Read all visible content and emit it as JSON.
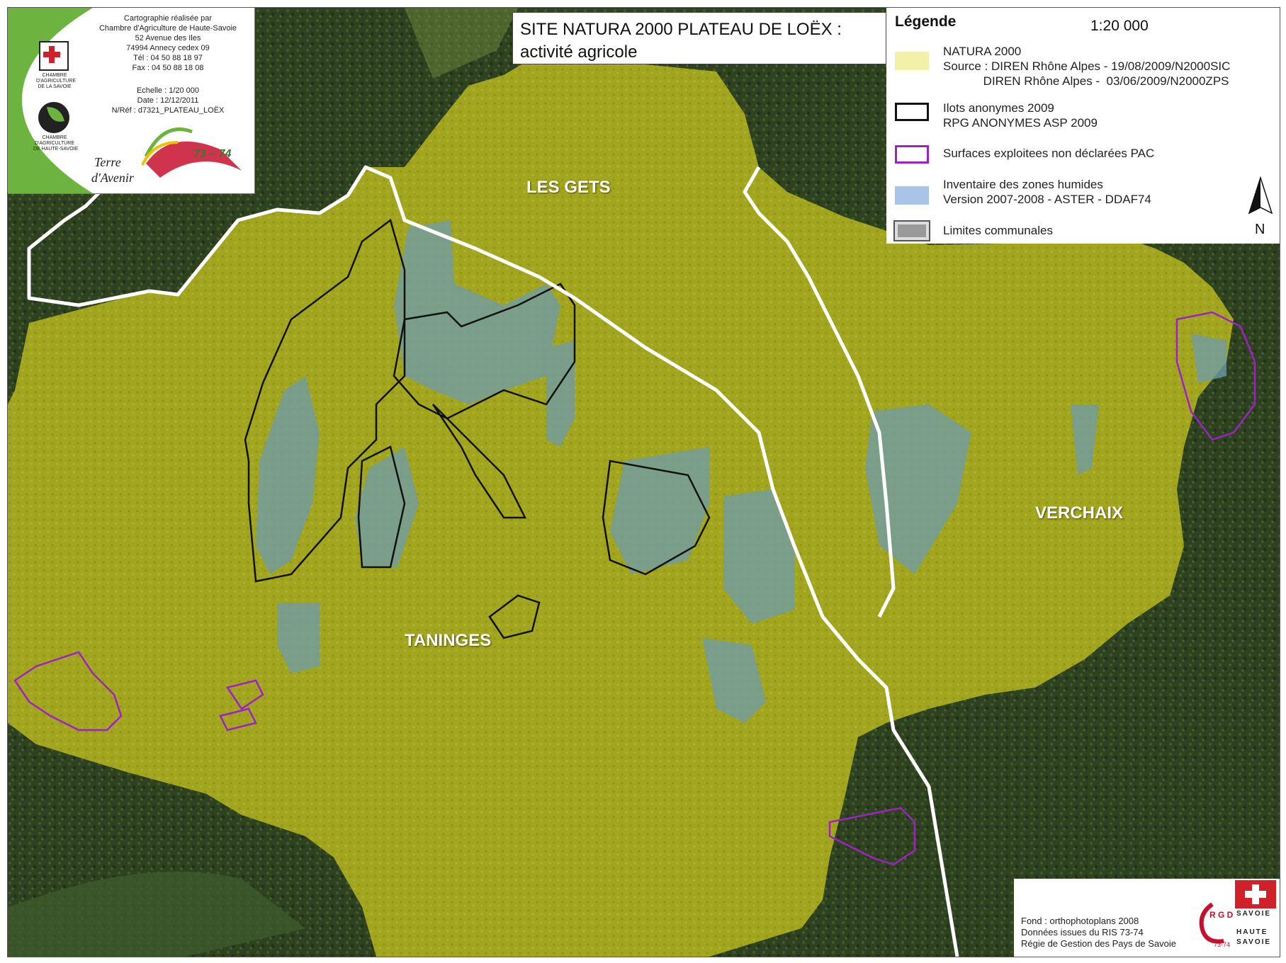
{
  "title": {
    "line1": "SITE NATURA 2000 PLATEAU DE LOËX :",
    "line2": "activité agricole"
  },
  "place_labels": [
    {
      "name": "les-gets",
      "text": "LES GETS"
    },
    {
      "name": "verchaix",
      "text": "VERCHAIX"
    },
    {
      "name": "taninges",
      "text": "TANINGES"
    }
  ],
  "credits": {
    "org_lines": [
      "Cartographie réalisée par",
      "Chambre d'Agriculture de Haute-Savoie",
      "52 Avenue des Iles",
      "74994 Annecy cedex 09",
      "Tél : 04 50 88 18 97",
      "Fax : 04 50 88 18 08"
    ],
    "echelle": "Echelle : 1/20 000",
    "date": "Date : 12/12/2011",
    "ref": "N/Réf : d7321_PLATEAU_LOËX",
    "logo1": [
      "CHAMBRE",
      "D'AGRICULTURE",
      "DE LA SAVOIE"
    ],
    "logo2": [
      "CHAMBRE",
      "D'AGRICULTURE",
      "DE HAUTE-SAVOIE"
    ],
    "terre_line1": "Terre",
    "terre_line2": "d'Avenir",
    "terre_num": "73 – 74"
  },
  "legend": {
    "heading": "Légende",
    "scale": "1:20 000",
    "items": [
      {
        "name": "natura-2000",
        "lines": [
          "NATURA 2000",
          "Source : DIREN Rhône Alpes - 19/08/2009/N2000SIC",
          "            DIREN Rhône Alpes -  03/06/2009/N2000ZPS"
        ]
      },
      {
        "name": "ilots",
        "lines": [
          "Ilots anonymes 2009",
          "RPG ANONYMES ASP 2009"
        ]
      },
      {
        "name": "surfaces",
        "lines": [
          "Surfaces exploitees non déclarées PAC"
        ]
      },
      {
        "name": "zones-humides",
        "lines": [
          "Inventaire des zones humides",
          "Version 2007-2008 - ASTER - DDAF74"
        ]
      },
      {
        "name": "limites",
        "lines": [
          "Limites communales"
        ]
      }
    ],
    "north": "N"
  },
  "footer": {
    "lines": [
      "Fond : orthophotoplans 2008",
      "Données issues du RIS 73-74",
      "Régie de Gestion des Pays de Savoie"
    ],
    "savoie": [
      "SAVOIE",
      "HAUTE",
      "SAVOIE"
    ],
    "rgd": "R G D",
    "rgd_num": "73-74"
  },
  "colors": {
    "natura": "#a8aa1e",
    "forest_dark": "#2f4220",
    "wetland": "#6f9ca8",
    "ilot_border": "#111111",
    "pac_border": "#a020c8",
    "communal_limit": "#ffffff",
    "legend_natura_swatch": "#f3f0a8",
    "legend_wetland_swatch": "#a9c4e8",
    "legend_limit_swatch": "#9a9a9a"
  }
}
